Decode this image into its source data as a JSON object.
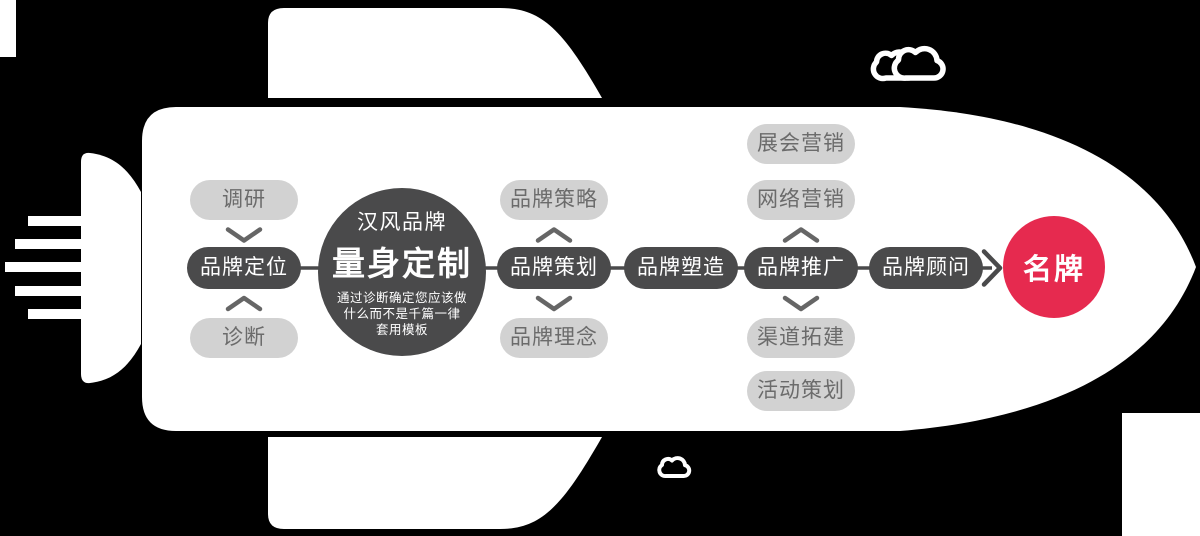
{
  "colors": {
    "background": "#000000",
    "rocket_body": "#ffffff",
    "dark_node": "#4a4a4b",
    "gray_pill_bg": "#d2d2d2",
    "gray_pill_text": "#6b6b6b",
    "chevron": "#666666",
    "accent_red": "#e62a4f"
  },
  "center_badge": {
    "title": "汉风品牌",
    "headline": "量身定制",
    "desc_lines": [
      "通过诊断确定您应该做",
      "什么而不是千篇一律",
      "套用模板"
    ]
  },
  "result_badge": {
    "label": "名牌"
  },
  "flow": {
    "col1": {
      "top": "调研",
      "main": "品牌定位",
      "bottom": "诊断"
    },
    "col2": {
      "top": "品牌策略",
      "main": "品牌策划",
      "bottom": "品牌理念"
    },
    "col3": {
      "main": "品牌塑造"
    },
    "col4": {
      "top1": "展会营销",
      "top2": "网络营销",
      "main": "品牌推广",
      "bottom1": "渠道拓建",
      "bottom2": "活动策划"
    },
    "col5": {
      "main": "品牌顾问"
    }
  }
}
